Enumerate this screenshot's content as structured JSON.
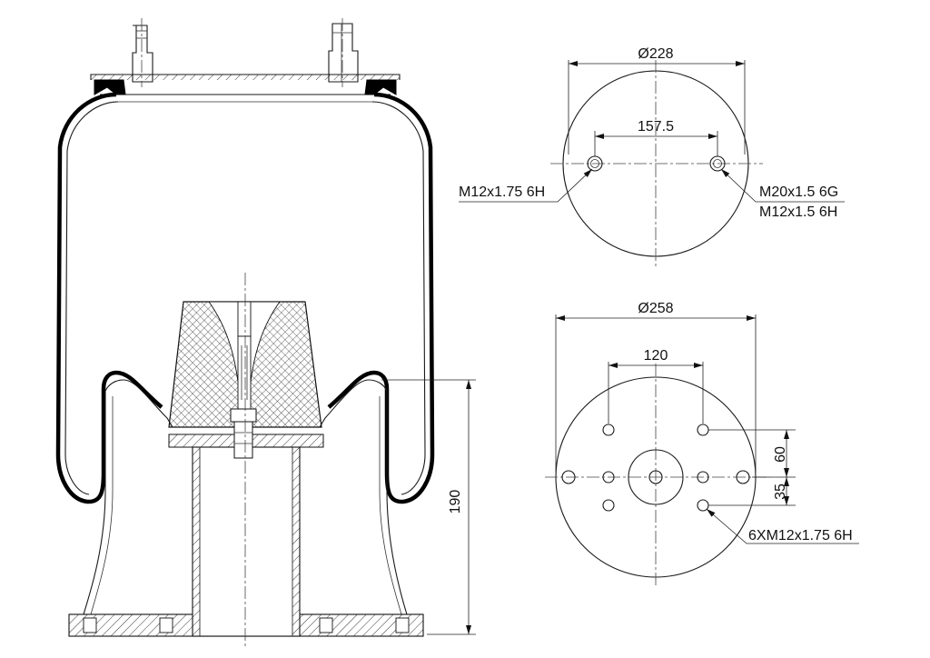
{
  "drawing": {
    "colors": {
      "line": "#000000",
      "background": "#ffffff"
    },
    "top_view": {
      "diameter_label": "Ø228",
      "hole_spacing_label": "157.5",
      "left_thread_label": "M12x1.75 6H",
      "right_thread_label_1": "M20x1.5 6G",
      "right_thread_label_2": "M12x1.5 6H"
    },
    "bottom_view": {
      "diameter_label": "Ø258",
      "hole_spacing_label": "120",
      "vertical_dim_1": "60",
      "vertical_dim_2": "35",
      "hole_note": "6XM12x1.75 6H"
    },
    "side_view": {
      "height_label": "190"
    }
  }
}
